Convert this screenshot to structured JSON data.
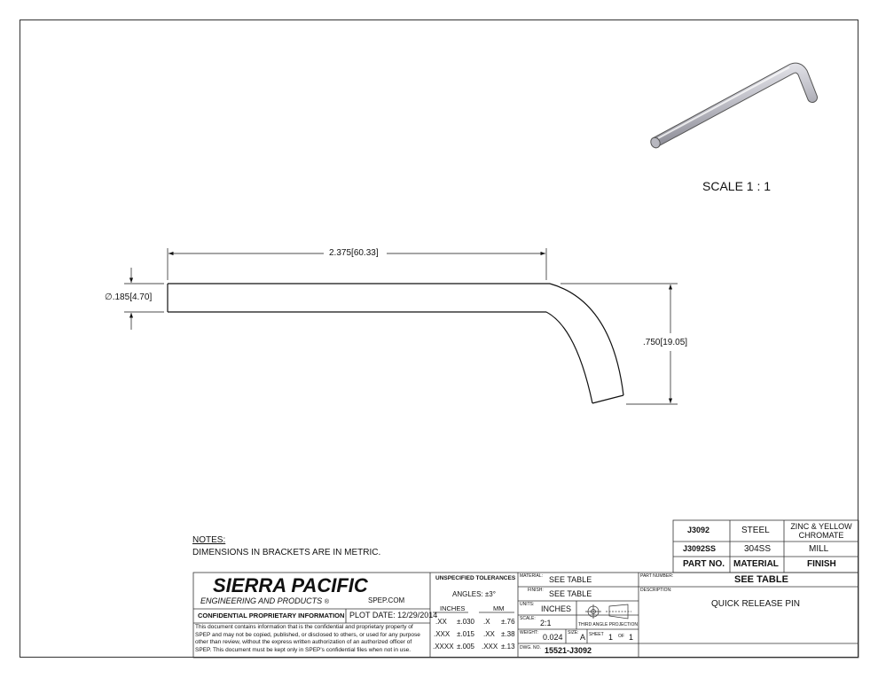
{
  "drawing": {
    "scale_label": "SCALE 1 : 1",
    "dim_length": "2.375",
    "dim_length_mm": "60.33",
    "dim_diameter": "∅.185",
    "dim_diameter_mm": "4.70",
    "dim_height": ".750",
    "dim_height_mm": "19.05"
  },
  "notes": {
    "heading": "NOTES:",
    "line1": "DIMENSIONS IN BRACKETS ARE IN METRIC."
  },
  "part_table": {
    "rows": [
      {
        "part": "J3092",
        "material": "STEEL",
        "finish": "ZINC & YELLOW CHROMATE"
      },
      {
        "part": "J3092SS",
        "material": "304SS",
        "finish": "MILL"
      }
    ],
    "headers": {
      "part": "PART NO.",
      "material": "MATERIAL",
      "finish": "FINISH"
    }
  },
  "title_block": {
    "company": "SIERRA PACIFIC",
    "company_sub": "ENGINEERING AND PRODUCTS",
    "website": "SPEP.COM",
    "confidential_heading": "CONFIDENTIAL PROPRIETARY INFORMATION",
    "plot_date": "PLOT DATE: 12/29/2014",
    "legal_text": "This document contains information that is the confidential and proprietary property of SPEP and may not be copied, published, or disclosed to others, or used for any purpose other than review, without the express written authorization of an authorized officer of SPEP. This document must be kept only in SPEP's confidential files when not in use.",
    "tolerances": {
      "heading": "UNSPECIFIED TOLERANCES",
      "angles": "ANGLES: ±3°",
      "col_inches": "INCHES",
      "col_mm": "MM",
      "rows": [
        {
          "in_k": ".XX",
          "in_v": "±.030",
          "mm_k": ".X",
          "mm_v": "±.76"
        },
        {
          "in_k": ".XXX",
          "in_v": "±.015",
          "mm_k": ".XX",
          "mm_v": "±.38"
        },
        {
          "in_k": ".XXXX",
          "in_v": "±.005",
          "mm_k": ".XXX",
          "mm_v": "±.13"
        }
      ]
    },
    "material_label": "MATERIAL:",
    "material_value": "SEE TABLE",
    "finish_label": "FINISH:",
    "finish_value": "SEE TABLE",
    "units_label": "UNITS:",
    "units_value": "INCHES",
    "projection_label": "THIRD ANGLE PROJECTION",
    "scale_label": "SCALE:",
    "scale_value": "2:1",
    "weight_label": "WEIGHT:",
    "weight_value": "0.024",
    "size_label": "SIZE:",
    "size_value": "A",
    "sheet_label": "SHEET",
    "sheet_value": "1",
    "of_label": "OF",
    "of_value": "1",
    "dwg_label": "DWG. NO.",
    "dwg_value": "15521-J3092",
    "part_number_label": "PART NUMBER:",
    "part_number_value": "SEE TABLE",
    "description_label": "DESCRIPTION:",
    "description_value": "QUICK RELEASE PIN"
  }
}
